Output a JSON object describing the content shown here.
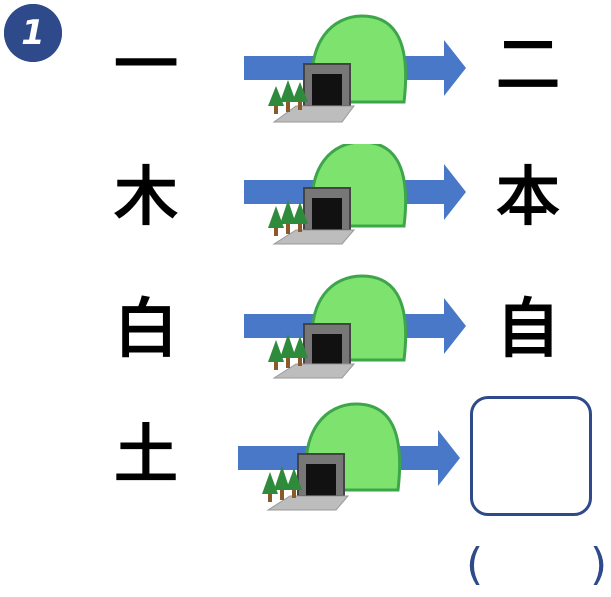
{
  "problem_number": "1",
  "rows": [
    {
      "left": "一",
      "right": "二"
    },
    {
      "left": "木",
      "right": "本"
    },
    {
      "left": "白",
      "right": "自"
    },
    {
      "left": "土",
      "right": ""
    }
  ],
  "answer_parens": {
    "open": "(",
    "close": ")"
  },
  "colors": {
    "badge": "#2f4a8a",
    "arrow": "#4a78c8",
    "hill": "#7ee26e",
    "tunnel": "#555555",
    "box_border": "#2f4a8a"
  },
  "icons": [
    "tunnel-icon",
    "tree-icon",
    "arrow-right-icon"
  ]
}
